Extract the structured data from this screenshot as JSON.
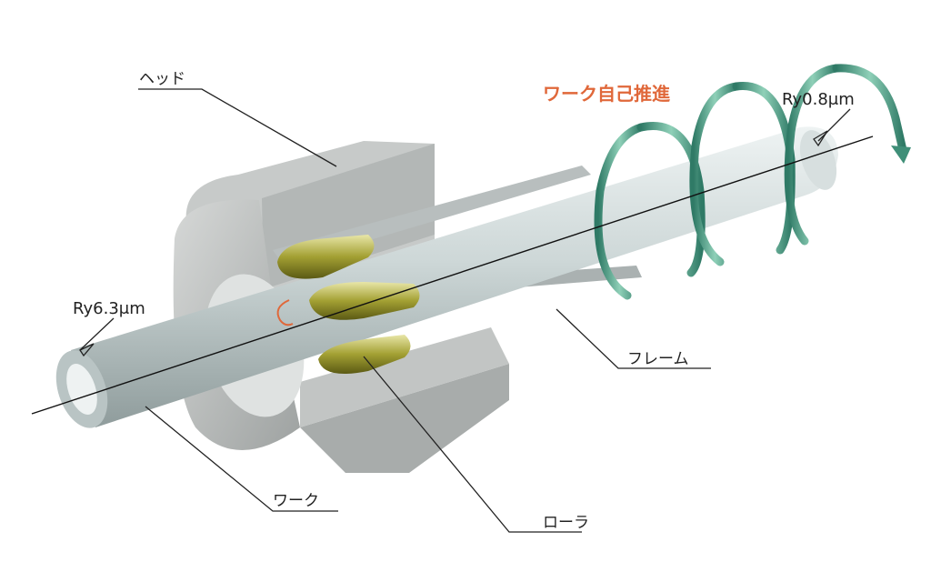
{
  "labels": {
    "head": "ヘッド",
    "frame": "フレーム",
    "work": "ワーク",
    "roller": "ローラ",
    "self_propulsion": "ワーク自己推進",
    "roughness_in": "Ry6.3μm",
    "roughness_out": "Ry0.8μm"
  },
  "colors": {
    "accent": "#e0683a",
    "helix": "#3f8f78",
    "roller": "#9c9a2c",
    "head": "#b9bcbb",
    "tube": "#c9d3d3"
  }
}
